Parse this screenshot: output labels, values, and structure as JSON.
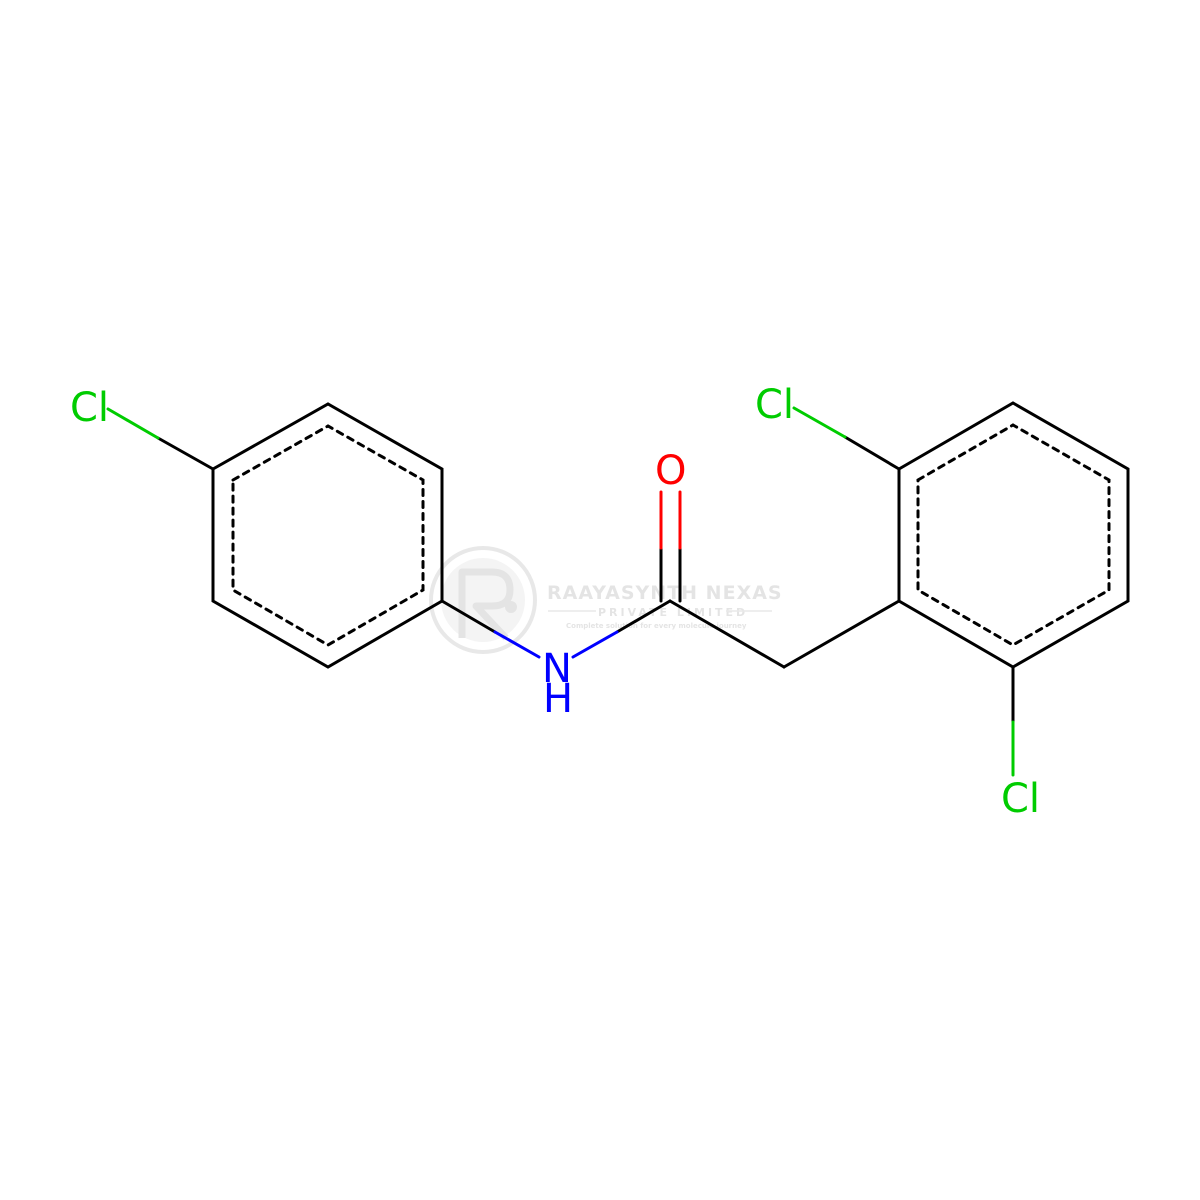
{
  "colors": {
    "bond": "#000000",
    "chlorine": "#00cc00",
    "nitrogen": "#0000ff",
    "oxygen": "#ff0000",
    "watermark": "#dcdcdc"
  },
  "atoms": {
    "cl_left": "Cl",
    "cl_top": "Cl",
    "cl_bottom": "Cl",
    "nitrogen": "N",
    "nitrogen_h": "H",
    "oxygen": "O"
  },
  "watermark": {
    "logo_icon": "raayasynth-logo-icon",
    "title": "RAAYASYNTH NEXAS",
    "subtitle": "PRIVATE LIMITED",
    "tagline": "Complete solution for every molecule journey"
  }
}
